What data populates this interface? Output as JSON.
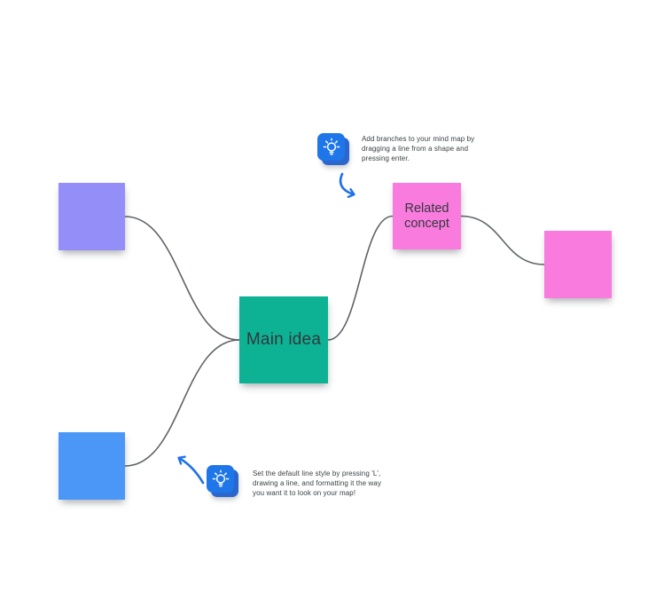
{
  "app": {
    "surface": "mind-map whiteboard canvas"
  },
  "notes": {
    "purple": {
      "label": "",
      "color": "#948FF8"
    },
    "blue": {
      "label": "",
      "color": "#4A97F8"
    },
    "main": {
      "label": "Main idea",
      "color": "#0DB295"
    },
    "related": {
      "label": "Related concept",
      "color": "#F97BDE"
    },
    "pink_right": {
      "label": "",
      "color": "#F97BDE"
    }
  },
  "connectors": [
    {
      "from": "purple",
      "to": "main"
    },
    {
      "from": "blue",
      "to": "main"
    },
    {
      "from": "main",
      "to": "related"
    },
    {
      "from": "related",
      "to": "pink_right"
    }
  ],
  "tips": {
    "top": {
      "icon": "lightbulb-icon",
      "text": "Add branches to your mind map by dragging a line from a shape and pressing enter."
    },
    "bottom": {
      "icon": "lightbulb-icon",
      "text": "Set the default line style by pressing 'L', drawing a line, and formatting it the way you want it to look on your map!"
    }
  },
  "colors": {
    "canvas_bg": "#FFFFFF",
    "connector": "#5F6368",
    "accent_blue": "#1F72E8",
    "icon_front": "#1E76E9",
    "icon_back": "#2A66CE",
    "icon_glyph": "#FFFFFF",
    "note_text": "#33383C",
    "tip_text": "#3B4045"
  }
}
